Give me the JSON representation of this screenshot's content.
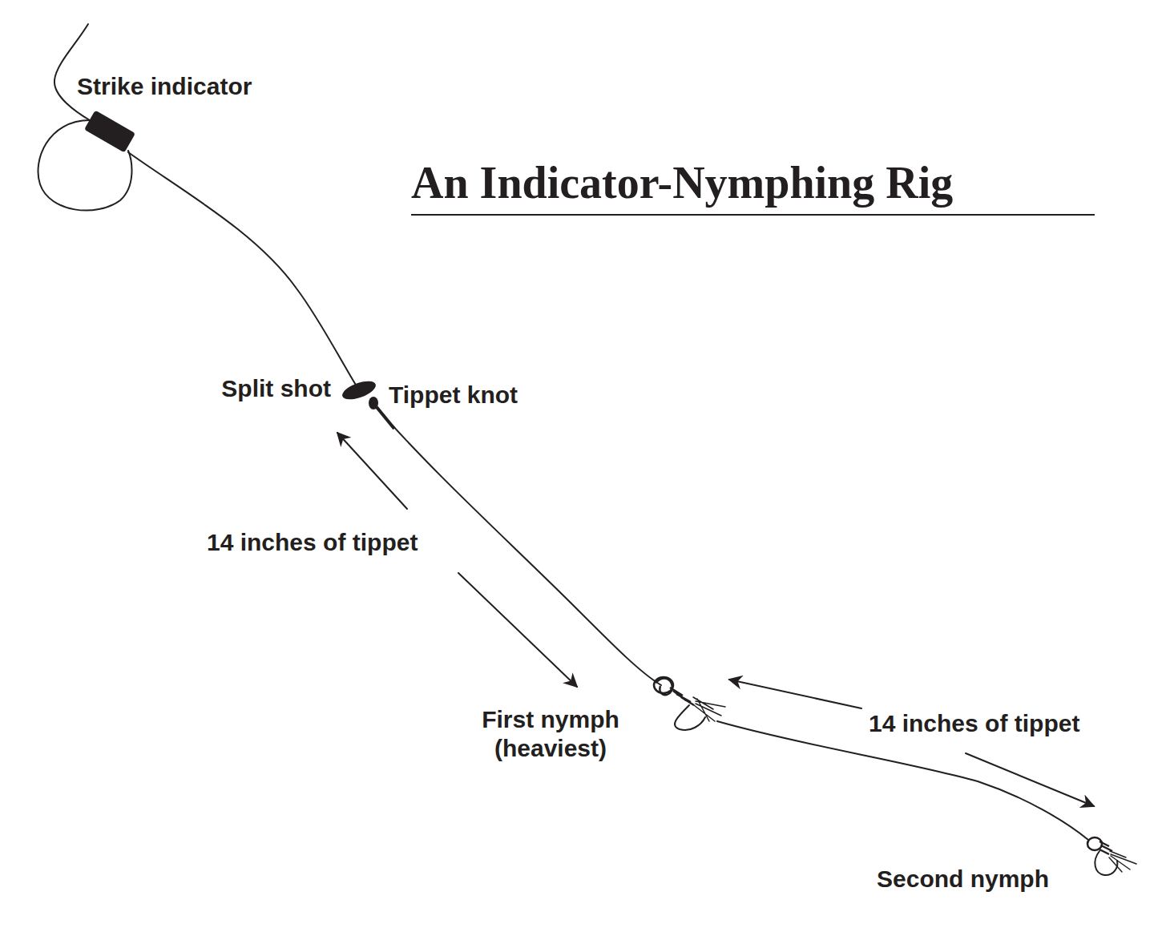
{
  "diagram": {
    "title": "An Indicator-Nymphing Rig",
    "labels": [
      "Strike indicator",
      "Split shot",
      "Tippet knot",
      "14 inches of tippet",
      "First nymph (heaviest)",
      "14 inches of tippet",
      "Second nymph"
    ]
  }
}
